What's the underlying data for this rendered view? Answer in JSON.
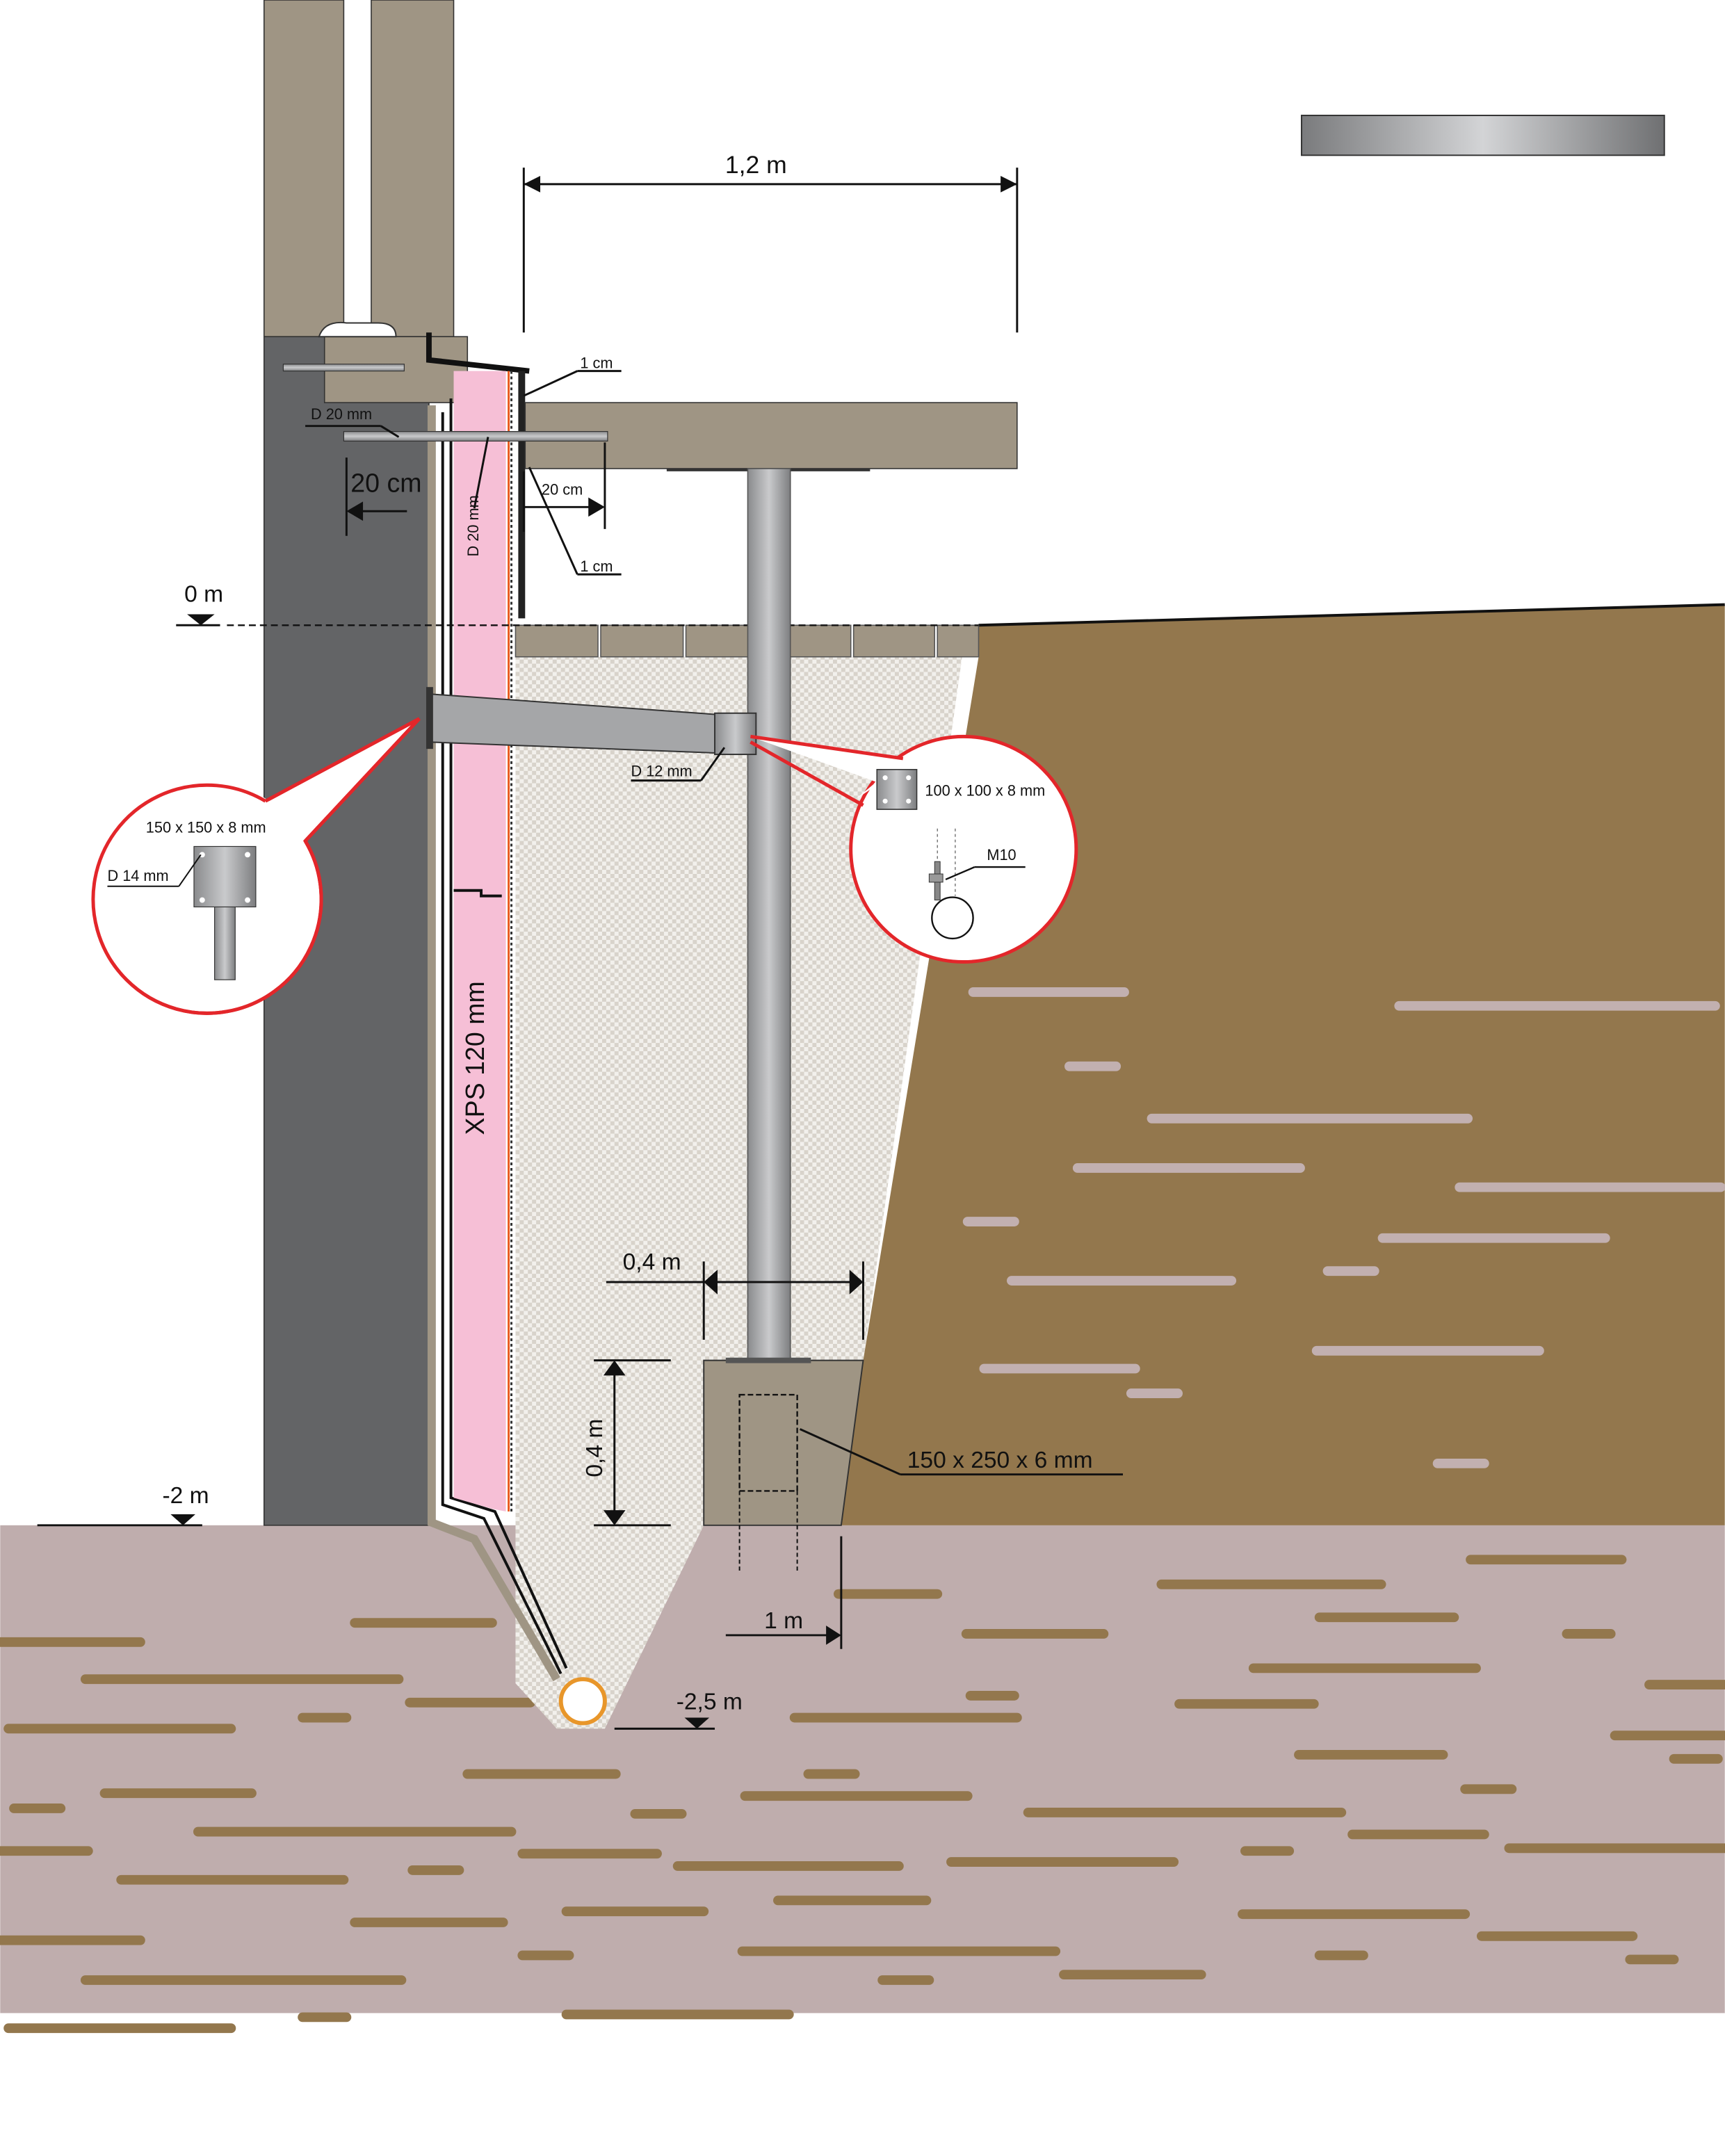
{
  "title_bar": "",
  "dimensions": {
    "slab_width": "1,2 m",
    "gap_top": "1 cm",
    "anchor_dia_left": "D 20 mm",
    "anchor_depth_left": "20 cm",
    "anchor_dia_vertical": "D 20 mm",
    "anchor_depth_right": "20 cm",
    "gap_bottom": "1 cm",
    "level_zero": "0 m",
    "bolt_dia": "D 12 mm",
    "footing_width": "0,4 m",
    "footing_height": "0,4 m",
    "footing_plate": "150 x 250 x 6 mm",
    "level_minus2": "-2 m",
    "depth_1m": "1 m",
    "level_minus25": "-2,5 m"
  },
  "materials": {
    "insulation": "XPS 120 mm"
  },
  "callout_left": {
    "plate": "150 x 150 x 8 mm",
    "dia": "D 14 mm"
  },
  "callout_right": {
    "plate": "100 x 100 x 8 mm",
    "bolt": "M10"
  },
  "colors": {
    "wall": "#636466",
    "concrete": "#9f9584",
    "soil": "#93774d",
    "subsoil": "#bfadad",
    "xps": "#f6bfd6",
    "callout": "#e3262a"
  }
}
